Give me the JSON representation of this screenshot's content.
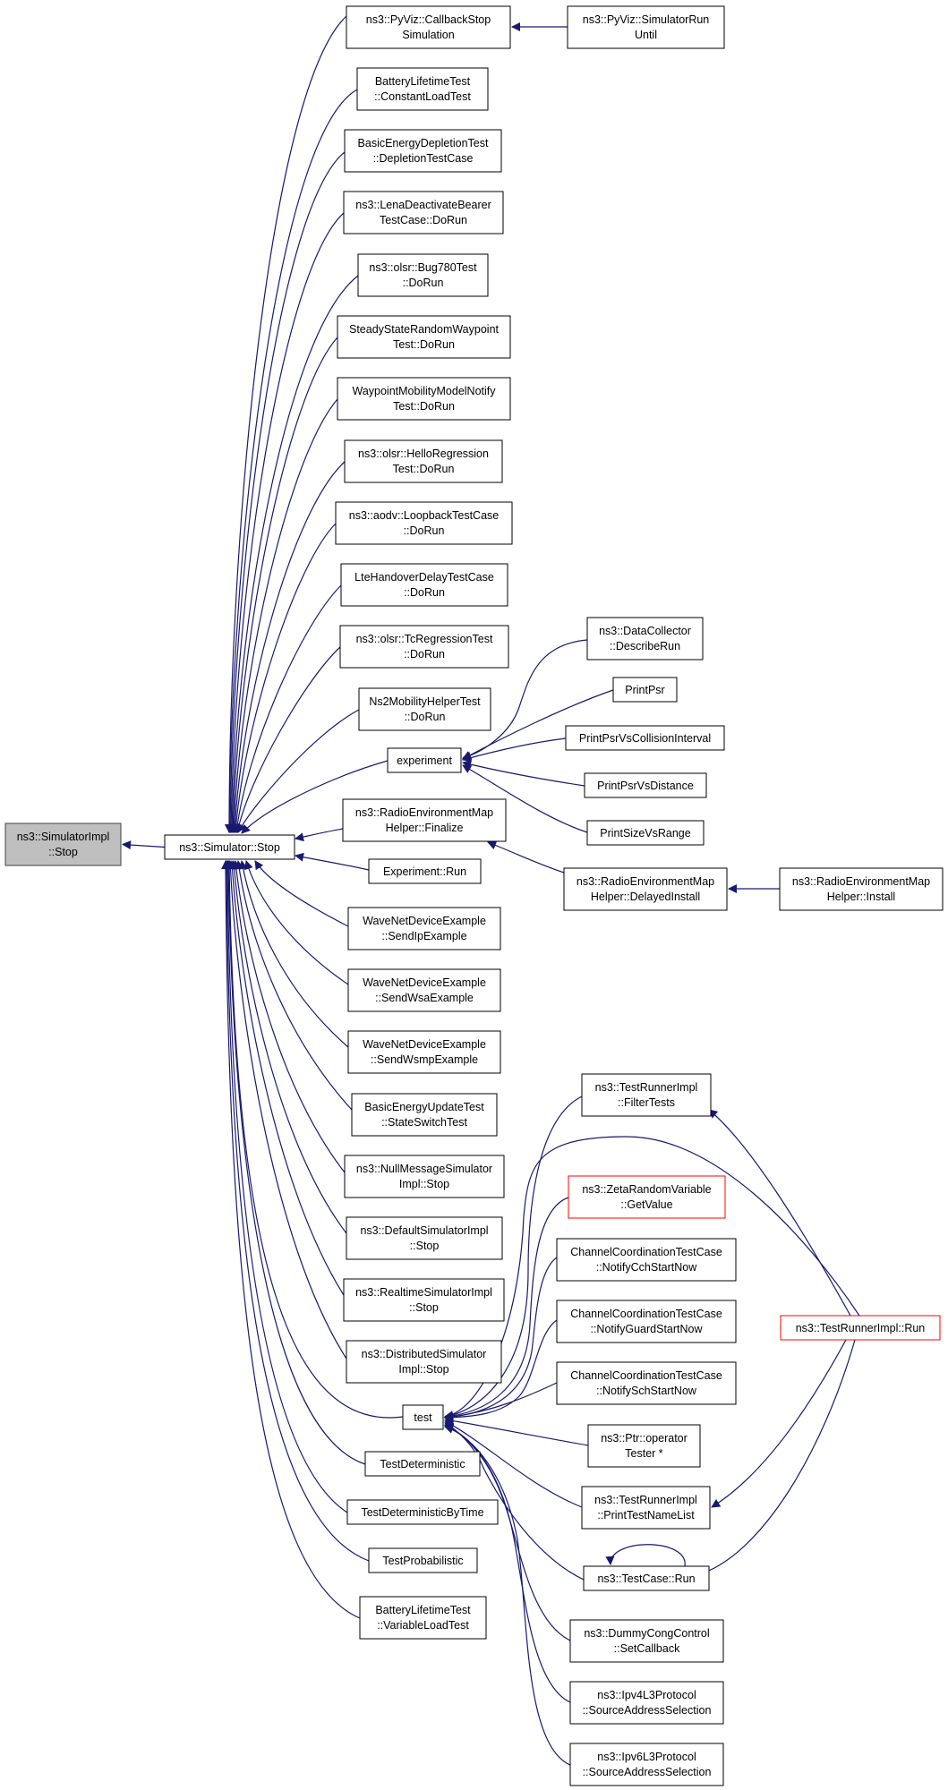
{
  "nodes": [
    {
      "id": "impl_stop",
      "lines": [
        "ns3::SimulatorImpl",
        "::Stop"
      ],
      "style": "root"
    },
    {
      "id": "sim_stop",
      "lines": [
        "ns3::Simulator::Stop"
      ],
      "style": "normal"
    },
    {
      "id": "callbackstop",
      "lines": [
        "ns3::PyViz::CallbackStop",
        "Simulation"
      ],
      "style": "normal"
    },
    {
      "id": "simrununtil",
      "lines": [
        "ns3::PyViz::SimulatorRun",
        "Until"
      ],
      "style": "normal"
    },
    {
      "id": "constantload",
      "lines": [
        "BatteryLifetimeTest",
        "::ConstantLoadTest"
      ],
      "style": "normal"
    },
    {
      "id": "depletion",
      "lines": [
        "BasicEnergyDepletionTest",
        "::DepletionTestCase"
      ],
      "style": "normal"
    },
    {
      "id": "lenadeact",
      "lines": [
        "ns3::LenaDeactivateBearer",
        "TestCase::DoRun"
      ],
      "style": "normal"
    },
    {
      "id": "bug780",
      "lines": [
        "ns3::olsr::Bug780Test",
        "::DoRun"
      ],
      "style": "normal"
    },
    {
      "id": "steadystate",
      "lines": [
        "SteadyStateRandomWaypoint",
        "Test::DoRun"
      ],
      "style": "normal"
    },
    {
      "id": "waypoint",
      "lines": [
        "WaypointMobilityModelNotify",
        "Test::DoRun"
      ],
      "style": "normal"
    },
    {
      "id": "hello",
      "lines": [
        "ns3::olsr::HelloRegression",
        "Test::DoRun"
      ],
      "style": "normal"
    },
    {
      "id": "loopback",
      "lines": [
        "ns3::aodv::LoopbackTestCase",
        "::DoRun"
      ],
      "style": "normal"
    },
    {
      "id": "ltehandover",
      "lines": [
        "LteHandoverDelayTestCase",
        "::DoRun"
      ],
      "style": "normal"
    },
    {
      "id": "tcregression",
      "lines": [
        "ns3::olsr::TcRegressionTest",
        "::DoRun"
      ],
      "style": "normal"
    },
    {
      "id": "ns2mobility",
      "lines": [
        "Ns2MobilityHelperTest",
        "::DoRun"
      ],
      "style": "normal"
    },
    {
      "id": "experiment",
      "lines": [
        "experiment"
      ],
      "style": "normal"
    },
    {
      "id": "datacollector",
      "lines": [
        "ns3::DataCollector",
        "::DescribeRun"
      ],
      "style": "normal"
    },
    {
      "id": "printpsr",
      "lines": [
        "PrintPsr"
      ],
      "style": "normal"
    },
    {
      "id": "printpsrvsci",
      "lines": [
        "PrintPsrVsCollisionInterval"
      ],
      "style": "normal"
    },
    {
      "id": "printpsrvsdist",
      "lines": [
        "PrintPsrVsDistance"
      ],
      "style": "normal"
    },
    {
      "id": "printsizevsrange",
      "lines": [
        "PrintSizeVsRange"
      ],
      "style": "normal"
    },
    {
      "id": "remfinalize",
      "lines": [
        "ns3::RadioEnvironmentMap",
        "Helper::Finalize"
      ],
      "style": "normal"
    },
    {
      "id": "remdelayed",
      "lines": [
        "ns3::RadioEnvironmentMap",
        "Helper::DelayedInstall"
      ],
      "style": "normal"
    },
    {
      "id": "reminstall",
      "lines": [
        "ns3::RadioEnvironmentMap",
        "Helper::Install"
      ],
      "style": "normal"
    },
    {
      "id": "exprun",
      "lines": [
        "Experiment::Run"
      ],
      "style": "normal"
    },
    {
      "id": "sendip",
      "lines": [
        "WaveNetDeviceExample",
        "::SendIpExample"
      ],
      "style": "normal"
    },
    {
      "id": "sendwsa",
      "lines": [
        "WaveNetDeviceExample",
        "::SendWsaExample"
      ],
      "style": "normal"
    },
    {
      "id": "sendwsmp",
      "lines": [
        "WaveNetDeviceExample",
        "::SendWsmpExample"
      ],
      "style": "normal"
    },
    {
      "id": "stateswitch",
      "lines": [
        "BasicEnergyUpdateTest",
        "::StateSwitchTest"
      ],
      "style": "normal"
    },
    {
      "id": "nullmsg",
      "lines": [
        "ns3::NullMessageSimulator",
        "Impl::Stop"
      ],
      "style": "normal"
    },
    {
      "id": "defaultsim",
      "lines": [
        "ns3::DefaultSimulatorImpl",
        "::Stop"
      ],
      "style": "normal"
    },
    {
      "id": "realtimesim",
      "lines": [
        "ns3::RealtimeSimulatorImpl",
        "::Stop"
      ],
      "style": "normal"
    },
    {
      "id": "distributed",
      "lines": [
        "ns3::DistributedSimulator",
        "Impl::Stop"
      ],
      "style": "normal"
    },
    {
      "id": "test",
      "lines": [
        "test"
      ],
      "style": "normal"
    },
    {
      "id": "filtertests",
      "lines": [
        "ns3::TestRunnerImpl",
        "::FilterTests"
      ],
      "style": "normal"
    },
    {
      "id": "zeta",
      "lines": [
        "ns3::ZetaRandomVariable",
        "::GetValue"
      ],
      "style": "red"
    },
    {
      "id": "notifycch",
      "lines": [
        "ChannelCoordinationTestCase",
        "::NotifyCchStartNow"
      ],
      "style": "normal"
    },
    {
      "id": "notifyguard",
      "lines": [
        "ChannelCoordinationTestCase",
        "::NotifyGuardStartNow"
      ],
      "style": "normal"
    },
    {
      "id": "notifysch",
      "lines": [
        "ChannelCoordinationTestCase",
        "::NotifySchStartNow"
      ],
      "style": "normal"
    },
    {
      "id": "ptroperator",
      "lines": [
        "ns3::Ptr::operator",
        "Tester *"
      ],
      "style": "normal"
    },
    {
      "id": "printtestname",
      "lines": [
        "ns3::TestRunnerImpl",
        "::PrintTestNameList"
      ],
      "style": "normal"
    },
    {
      "id": "testcaserun",
      "lines": [
        "ns3::TestCase::Run"
      ],
      "style": "normal"
    },
    {
      "id": "testrunnerrun",
      "lines": [
        "ns3::TestRunnerImpl::Run"
      ],
      "style": "red"
    },
    {
      "id": "dummycong",
      "lines": [
        "ns3::DummyCongControl",
        "::SetCallback"
      ],
      "style": "normal"
    },
    {
      "id": "ipv4src",
      "lines": [
        "ns3::Ipv4L3Protocol",
        "::SourceAddressSelection"
      ],
      "style": "normal"
    },
    {
      "id": "ipv6src",
      "lines": [
        "ns3::Ipv6L3Protocol",
        "::SourceAddressSelection"
      ],
      "style": "normal"
    },
    {
      "id": "testdet",
      "lines": [
        "TestDeterministic"
      ],
      "style": "normal"
    },
    {
      "id": "testdettime",
      "lines": [
        "TestDeterministicByTime"
      ],
      "style": "normal"
    },
    {
      "id": "testprob",
      "lines": [
        "TestProbabilistic"
      ],
      "style": "normal"
    },
    {
      "id": "variableload",
      "lines": [
        "BatteryLifetimeTest",
        "::VariableLoadTest"
      ],
      "style": "normal"
    }
  ],
  "edges": [
    {
      "from": "sim_stop",
      "to": "impl_stop"
    },
    {
      "from": "callbackstop",
      "to": "sim_stop"
    },
    {
      "from": "constantload",
      "to": "sim_stop"
    },
    {
      "from": "depletion",
      "to": "sim_stop"
    },
    {
      "from": "lenadeact",
      "to": "sim_stop"
    },
    {
      "from": "bug780",
      "to": "sim_stop"
    },
    {
      "from": "steadystate",
      "to": "sim_stop"
    },
    {
      "from": "waypoint",
      "to": "sim_stop"
    },
    {
      "from": "hello",
      "to": "sim_stop"
    },
    {
      "from": "loopback",
      "to": "sim_stop"
    },
    {
      "from": "ltehandover",
      "to": "sim_stop"
    },
    {
      "from": "tcregression",
      "to": "sim_stop"
    },
    {
      "from": "ns2mobility",
      "to": "sim_stop"
    },
    {
      "from": "experiment",
      "to": "sim_stop"
    },
    {
      "from": "remfinalize",
      "to": "sim_stop"
    },
    {
      "from": "exprun",
      "to": "sim_stop"
    },
    {
      "from": "sendip",
      "to": "sim_stop"
    },
    {
      "from": "sendwsa",
      "to": "sim_stop"
    },
    {
      "from": "sendwsmp",
      "to": "sim_stop"
    },
    {
      "from": "stateswitch",
      "to": "sim_stop"
    },
    {
      "from": "nullmsg",
      "to": "sim_stop"
    },
    {
      "from": "defaultsim",
      "to": "sim_stop"
    },
    {
      "from": "realtimesim",
      "to": "sim_stop"
    },
    {
      "from": "distributed",
      "to": "sim_stop"
    },
    {
      "from": "test",
      "to": "sim_stop"
    },
    {
      "from": "testdet",
      "to": "sim_stop"
    },
    {
      "from": "testdettime",
      "to": "sim_stop"
    },
    {
      "from": "testprob",
      "to": "sim_stop"
    },
    {
      "from": "variableload",
      "to": "sim_stop"
    },
    {
      "from": "simrununtil",
      "to": "callbackstop"
    },
    {
      "from": "datacollector",
      "to": "experiment"
    },
    {
      "from": "printpsr",
      "to": "experiment"
    },
    {
      "from": "printpsrvsci",
      "to": "experiment"
    },
    {
      "from": "printpsrvsdist",
      "to": "experiment"
    },
    {
      "from": "printsizevsrange",
      "to": "experiment"
    },
    {
      "from": "remdelayed",
      "to": "remfinalize"
    },
    {
      "from": "reminstall",
      "to": "remdelayed"
    },
    {
      "from": "filtertests",
      "to": "test"
    },
    {
      "from": "testrunnerrun",
      "to": "test"
    },
    {
      "from": "zeta",
      "to": "test"
    },
    {
      "from": "notifycch",
      "to": "test"
    },
    {
      "from": "notifyguard",
      "to": "test"
    },
    {
      "from": "notifysch",
      "to": "test"
    },
    {
      "from": "ptroperator",
      "to": "test"
    },
    {
      "from": "printtestname",
      "to": "test"
    },
    {
      "from": "testcaserun",
      "to": "test"
    },
    {
      "from": "dummycong",
      "to": "test"
    },
    {
      "from": "ipv4src",
      "to": "test"
    },
    {
      "from": "ipv6src",
      "to": "test"
    },
    {
      "from": "testrunnerrun",
      "to": "filtertests"
    },
    {
      "from": "testrunnerrun",
      "to": "printtestname"
    },
    {
      "from": "testrunnerrun",
      "to": "testcaserun"
    },
    {
      "from": "testcaserun",
      "to": "testcaserun"
    }
  ],
  "colors": {
    "edge": "#191970",
    "node_border": "#000000",
    "node_fill": "#ffffff",
    "root_fill": "#bfbfbf",
    "root_border": "#404040",
    "red_border": "#ff0000",
    "text": "#000000"
  }
}
